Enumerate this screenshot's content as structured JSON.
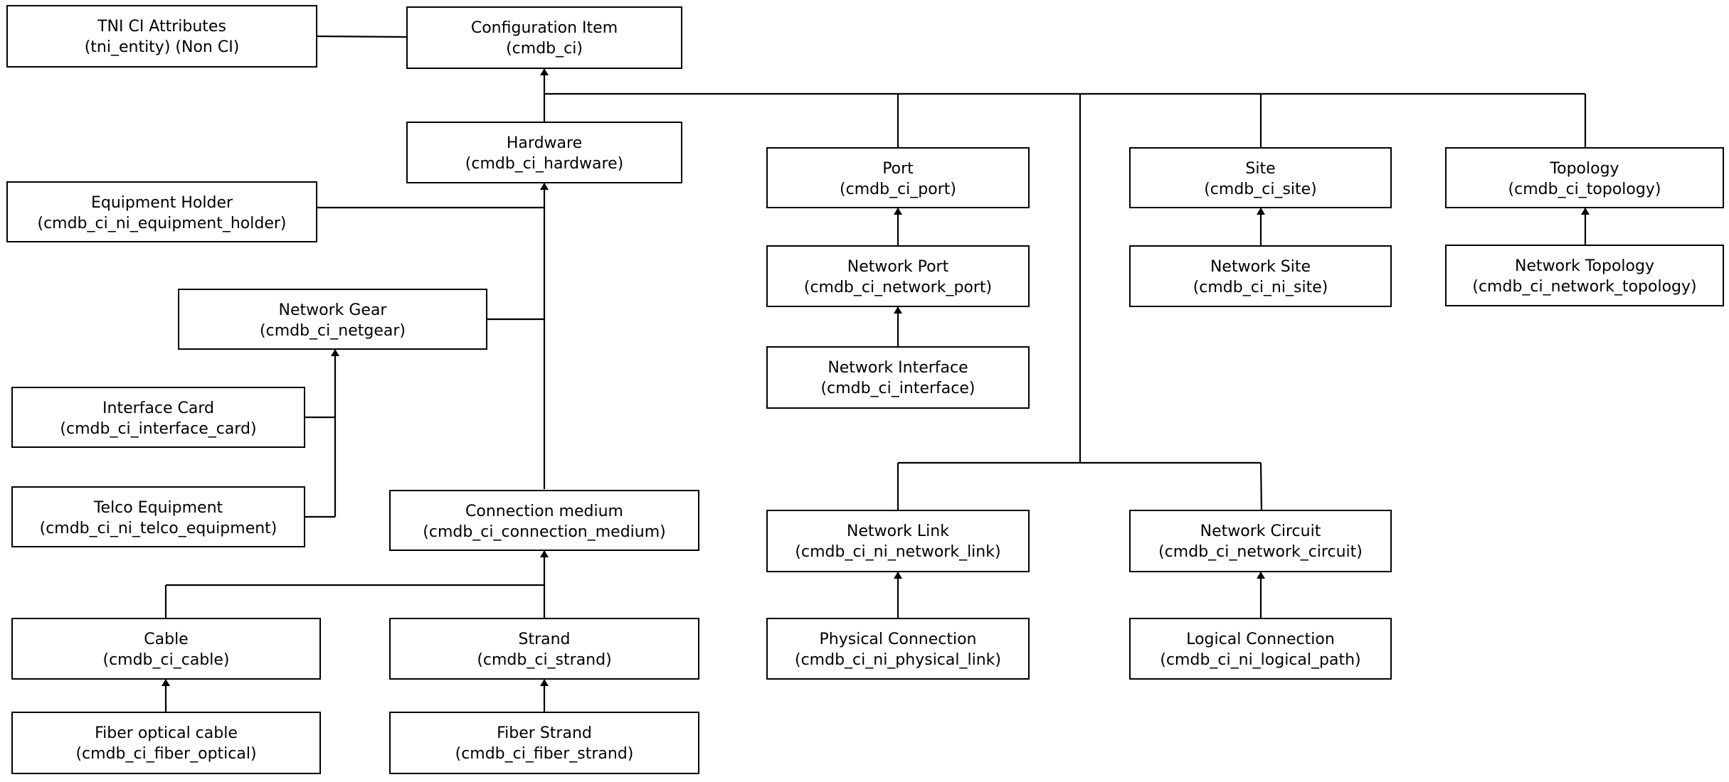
{
  "diagram": {
    "nodes": [
      {
        "id": "tni_entity",
        "title": "TNI CI Attributes",
        "table": "(tni_entity) (Non CI)"
      },
      {
        "id": "cmdb_ci",
        "title": "Configuration Item",
        "table": "(cmdb_ci)"
      },
      {
        "id": "hardware",
        "title": "Hardware",
        "table": "(cmdb_ci_hardware)"
      },
      {
        "id": "equipment_holder",
        "title": "Equipment Holder",
        "table": "(cmdb_ci_ni_equipment_holder)"
      },
      {
        "id": "netgear",
        "title": "Network Gear",
        "table": "(cmdb_ci_netgear)"
      },
      {
        "id": "interface_card",
        "title": "Interface Card",
        "table": "(cmdb_ci_interface_card)"
      },
      {
        "id": "telco_equipment",
        "title": "Telco Equipment",
        "table": "(cmdb_ci_ni_telco_equipment)"
      },
      {
        "id": "connection_medium",
        "title": "Connection medium",
        "table": "(cmdb_ci_connection_medium)"
      },
      {
        "id": "cable",
        "title": "Cable",
        "table": "(cmdb_ci_cable)"
      },
      {
        "id": "strand",
        "title": "Strand",
        "table": "(cmdb_ci_strand)"
      },
      {
        "id": "fiber_optical",
        "title": "Fiber optical cable",
        "table": "(cmdb_ci_fiber_optical)"
      },
      {
        "id": "fiber_strand",
        "title": "Fiber Strand",
        "table": "(cmdb_ci_fiber_strand)"
      },
      {
        "id": "port",
        "title": "Port",
        "table": "(cmdb_ci_port)"
      },
      {
        "id": "network_port",
        "title": "Network Port",
        "table": "(cmdb_ci_network_port)"
      },
      {
        "id": "interface",
        "title": "Network Interface",
        "table": "(cmdb_ci_interface)"
      },
      {
        "id": "site",
        "title": "Site",
        "table": "(cmdb_ci_site)"
      },
      {
        "id": "ni_site",
        "title": "Network Site",
        "table": "(cmdb_ci_ni_site)"
      },
      {
        "id": "topology",
        "title": "Topology",
        "table": "(cmdb_ci_topology)"
      },
      {
        "id": "network_topology",
        "title": "Network Topology",
        "table": "(cmdb_ci_network_topology)"
      },
      {
        "id": "network_link",
        "title": "Network Link",
        "table": "(cmdb_ci_ni_network_link)"
      },
      {
        "id": "network_circuit",
        "title": "Network Circuit",
        "table": "(cmdb_ci_network_circuit)"
      },
      {
        "id": "physical_link",
        "title": "Physical Connection",
        "table": "(cmdb_ci_ni_physical_link)"
      },
      {
        "id": "logical_path",
        "title": "Logical Connection",
        "table": "(cmdb_ci_ni_logical_path)"
      }
    ],
    "inheritance": [
      {
        "child": "hardware",
        "parent": "cmdb_ci"
      },
      {
        "child": "port",
        "parent": "cmdb_ci"
      },
      {
        "child": "site",
        "parent": "cmdb_ci"
      },
      {
        "child": "topology",
        "parent": "cmdb_ci"
      },
      {
        "child": "network_link",
        "parent": "cmdb_ci"
      },
      {
        "child": "network_circuit",
        "parent": "cmdb_ci"
      },
      {
        "child": "equipment_holder",
        "parent": "hardware"
      },
      {
        "child": "netgear",
        "parent": "hardware"
      },
      {
        "child": "connection_medium",
        "parent": "hardware"
      },
      {
        "child": "interface_card",
        "parent": "netgear"
      },
      {
        "child": "telco_equipment",
        "parent": "netgear"
      },
      {
        "child": "cable",
        "parent": "connection_medium"
      },
      {
        "child": "strand",
        "parent": "connection_medium"
      },
      {
        "child": "fiber_optical",
        "parent": "cable"
      },
      {
        "child": "fiber_strand",
        "parent": "strand"
      },
      {
        "child": "network_port",
        "parent": "port"
      },
      {
        "child": "interface",
        "parent": "network_port"
      },
      {
        "child": "ni_site",
        "parent": "site"
      },
      {
        "child": "network_topology",
        "parent": "topology"
      },
      {
        "child": "physical_link",
        "parent": "network_link"
      },
      {
        "child": "logical_path",
        "parent": "network_circuit"
      }
    ],
    "associations": [
      {
        "from": "tni_entity",
        "to": "cmdb_ci"
      }
    ]
  }
}
